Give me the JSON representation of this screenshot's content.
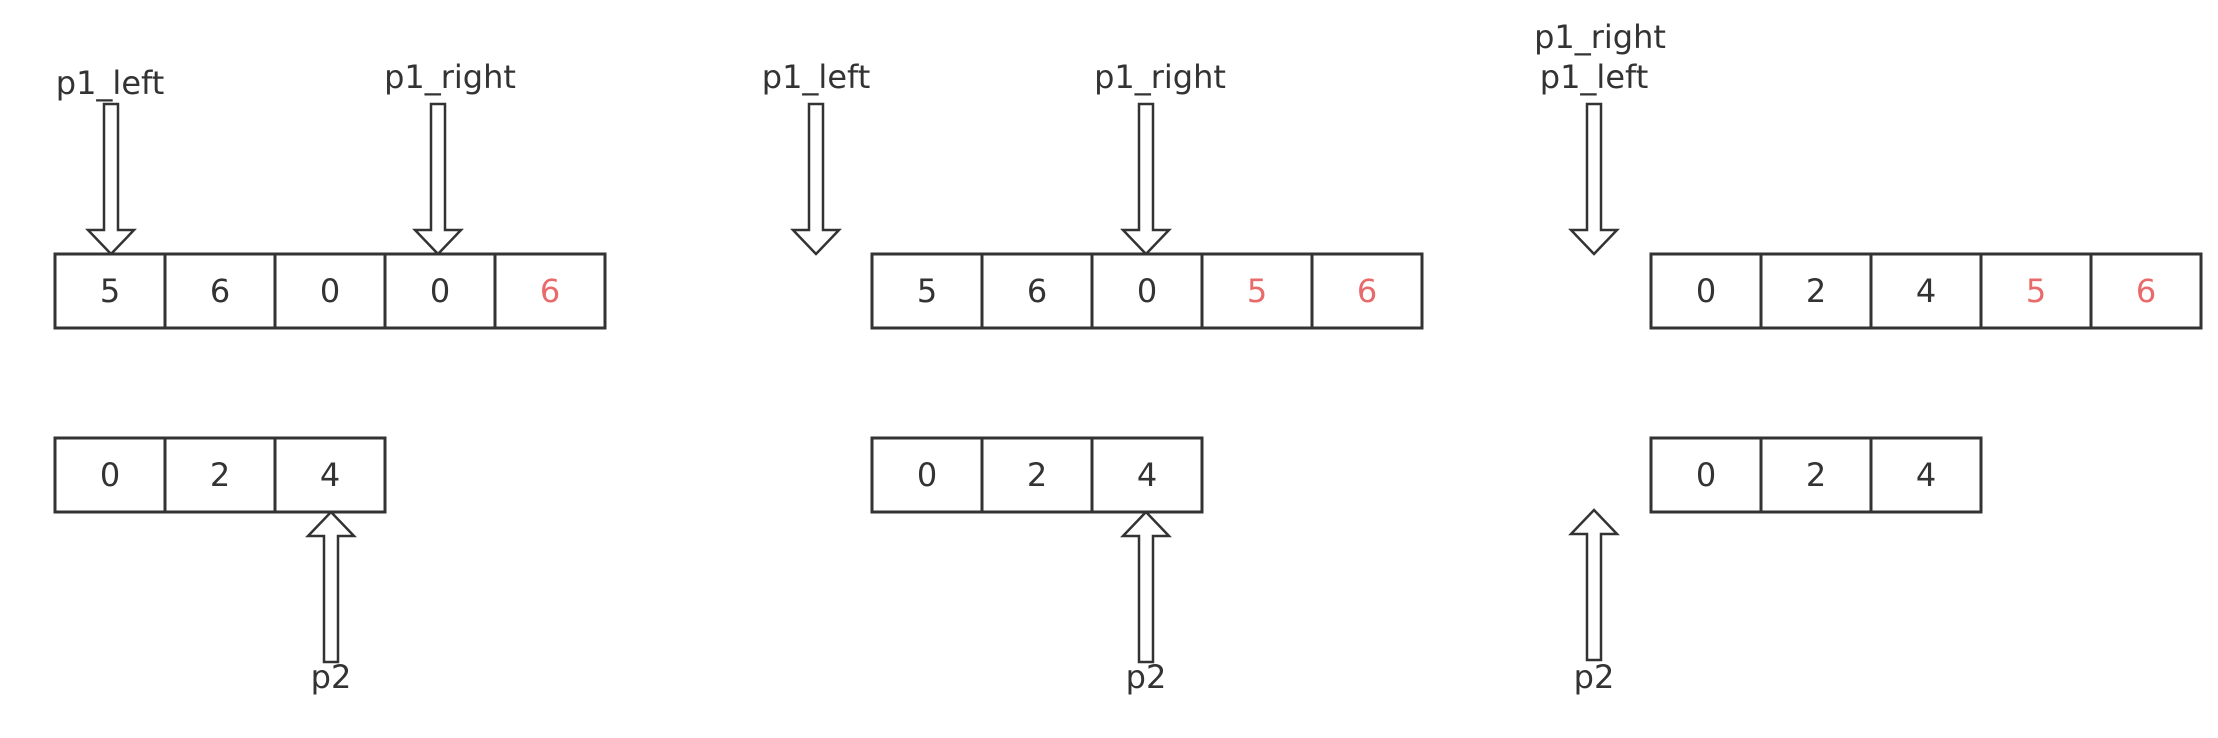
{
  "colors": {
    "normal": "#333333",
    "highlight": "#e96a6a",
    "stroke": "#333333"
  },
  "panels": [
    {
      "array1": [
        {
          "value": "5",
          "highlight": false
        },
        {
          "value": "6",
          "highlight": false
        },
        {
          "value": "0",
          "highlight": false
        },
        {
          "value": "0",
          "highlight": false
        },
        {
          "value": "6",
          "highlight": true
        }
      ],
      "array2": [
        "0",
        "2",
        "4"
      ],
      "p1_left_label": "p1_left",
      "p1_right_label": "p1_right",
      "p2_label": "p2"
    },
    {
      "array1": [
        {
          "value": "5",
          "highlight": false
        },
        {
          "value": "6",
          "highlight": false
        },
        {
          "value": "0",
          "highlight": false
        },
        {
          "value": "5",
          "highlight": true
        },
        {
          "value": "6",
          "highlight": true
        }
      ],
      "array2": [
        "0",
        "2",
        "4"
      ],
      "p1_left_label": "p1_left",
      "p1_right_label": "p1_right",
      "p2_label": "p2"
    },
    {
      "array1": [
        {
          "value": "0",
          "highlight": false
        },
        {
          "value": "2",
          "highlight": false
        },
        {
          "value": "4",
          "highlight": false
        },
        {
          "value": "5",
          "highlight": true
        },
        {
          "value": "6",
          "highlight": true
        }
      ],
      "array2": [
        "0",
        "2",
        "4"
      ],
      "p1_left_label": "p1_left",
      "p1_right_label": "p1_right",
      "p2_label": "p2"
    }
  ]
}
